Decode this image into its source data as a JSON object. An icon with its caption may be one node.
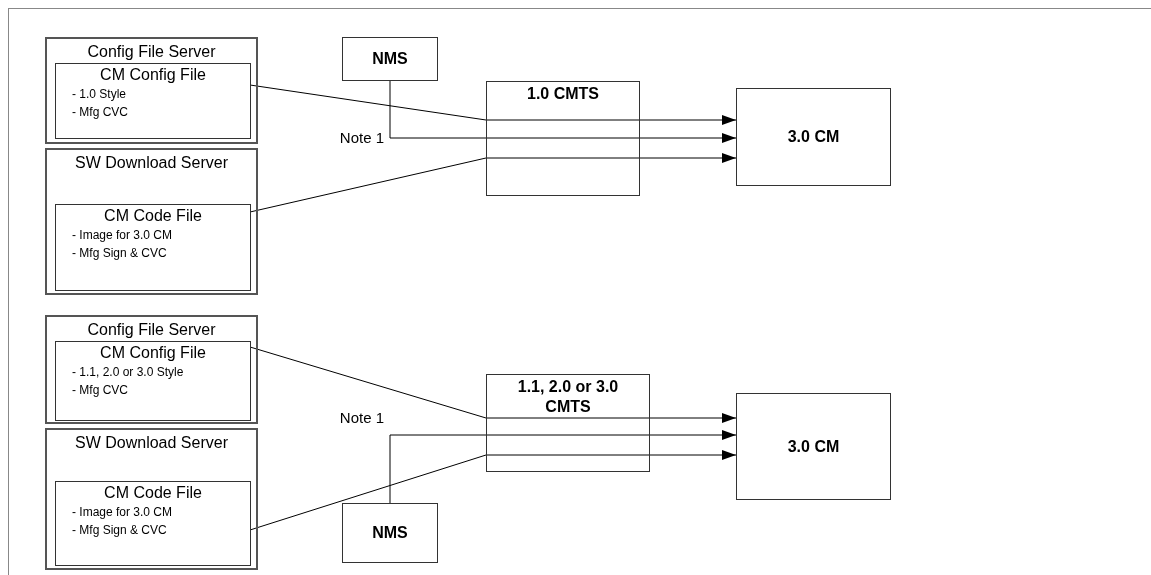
{
  "diagram": {
    "nodes": [
      {
        "text": [
          "Config File Server"
        ]
      },
      {
        "text": [
          "CM Config File",
          "- 1.0 Style",
          "- Mfg CVC"
        ],
        "in": 0
      },
      {
        "text": [
          "SW Download Server"
        ]
      },
      {
        "text": [
          "CM Code File",
          "- Image for 3.0 CM",
          "- Mfg Sign & CVC"
        ],
        "in": 2
      },
      {
        "text": [
          "NMS"
        ]
      },
      {
        "text": [
          "1.0 CMTS"
        ]
      },
      {
        "text": [
          "3.0 CM"
        ]
      },
      {
        "text": [
          "Config File Server"
        ]
      },
      {
        "text": [
          "CM Config File",
          "- 1.1, 2.0 or 3.0 Style",
          "- Mfg CVC"
        ],
        "in": 7
      },
      {
        "text": [
          "SW Download Server"
        ]
      },
      {
        "text": [
          "CM Code File",
          "- Image for 3.0 CM",
          "- Mfg Sign & CVC"
        ],
        "in": 9
      },
      {
        "text": [
          "1.1, 2.0 or 3.0 CMTS"
        ]
      },
      {
        "text": [
          "3.0 CM"
        ]
      },
      {
        "text": [
          "NMS"
        ]
      }
    ],
    "edges": [
      {
        "from": 1,
        "to": 5,
        "arrow": "none"
      },
      {
        "from": 5,
        "to": 6,
        "arrow": "to"
      },
      {
        "from": 4,
        "to": 5,
        "arrow": "none"
      },
      {
        "from": 5,
        "to": 6,
        "arrow": "to"
      },
      {
        "from": 3,
        "to": 5,
        "arrow": "none"
      },
      {
        "from": 5,
        "to": 6,
        "arrow": "to"
      },
      {
        "from": 8,
        "to": 11,
        "arrow": "none"
      },
      {
        "from": 11,
        "to": 12,
        "arrow": "to"
      },
      {
        "from": 13,
        "to": 11,
        "arrow": "none"
      },
      {
        "from": 11,
        "to": 12,
        "arrow": "to"
      },
      {
        "from": 10,
        "to": 11,
        "arrow": "none"
      },
      {
        "from": 11,
        "to": 12,
        "arrow": "to"
      }
    ],
    "labels": [
      "Note 1",
      "Note 1"
    ]
  }
}
